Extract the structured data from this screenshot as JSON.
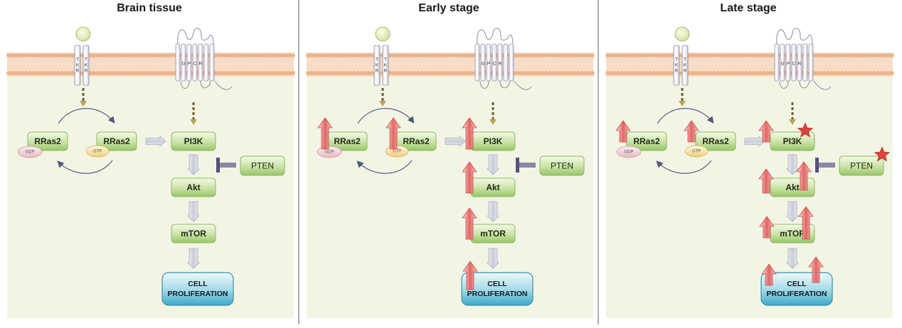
{
  "panels": [
    {
      "title": "Brain tissue",
      "rras_gdp": "RRas2",
      "rras_gtp": "RRas2",
      "pi3k": "PI3K",
      "akt": "Akt",
      "mtor": "mTOR",
      "pten": "PTEN",
      "cell_line1": "CELL",
      "cell_line2": "PROLIFERATION",
      "gdp": "GDP",
      "gtp": "GTP"
    },
    {
      "title": "Early stage",
      "rras_gdp": "RRas2",
      "rras_gtp": "RRas2",
      "pi3k": "PI3K",
      "akt": "Akt",
      "mtor": "mTOR",
      "pten": "PTEN",
      "cell_line1": "CELL",
      "cell_line2": "PROLIFERATION",
      "gdp": "GDP",
      "gtp": "GTP"
    },
    {
      "title": "Late stage",
      "rras_gdp": "RRas2",
      "rras_gtp": "RRas2",
      "pi3k": "PI3K",
      "akt": "Akt",
      "mtor": "mTOR",
      "pten": "PTEN",
      "cell_line1": "CELL",
      "cell_line2": "PROLIFERATION",
      "gdp": "GDP",
      "gtp": "GTP"
    }
  ],
  "receptors": {
    "tkr_letters": [
      "T",
      "K",
      "R"
    ],
    "gpcr_letters": [
      "G",
      "P",
      "C",
      "R"
    ]
  },
  "colors": {
    "cytoplasm": "#f3f5e4",
    "membrane": "#f2c7a2",
    "node_green": "#a8cf78",
    "up_arrow": "#e05a5a",
    "star": "#d9443c",
    "cell_box": "#5ab9d4",
    "pten_bar": "#5a4e7a"
  }
}
